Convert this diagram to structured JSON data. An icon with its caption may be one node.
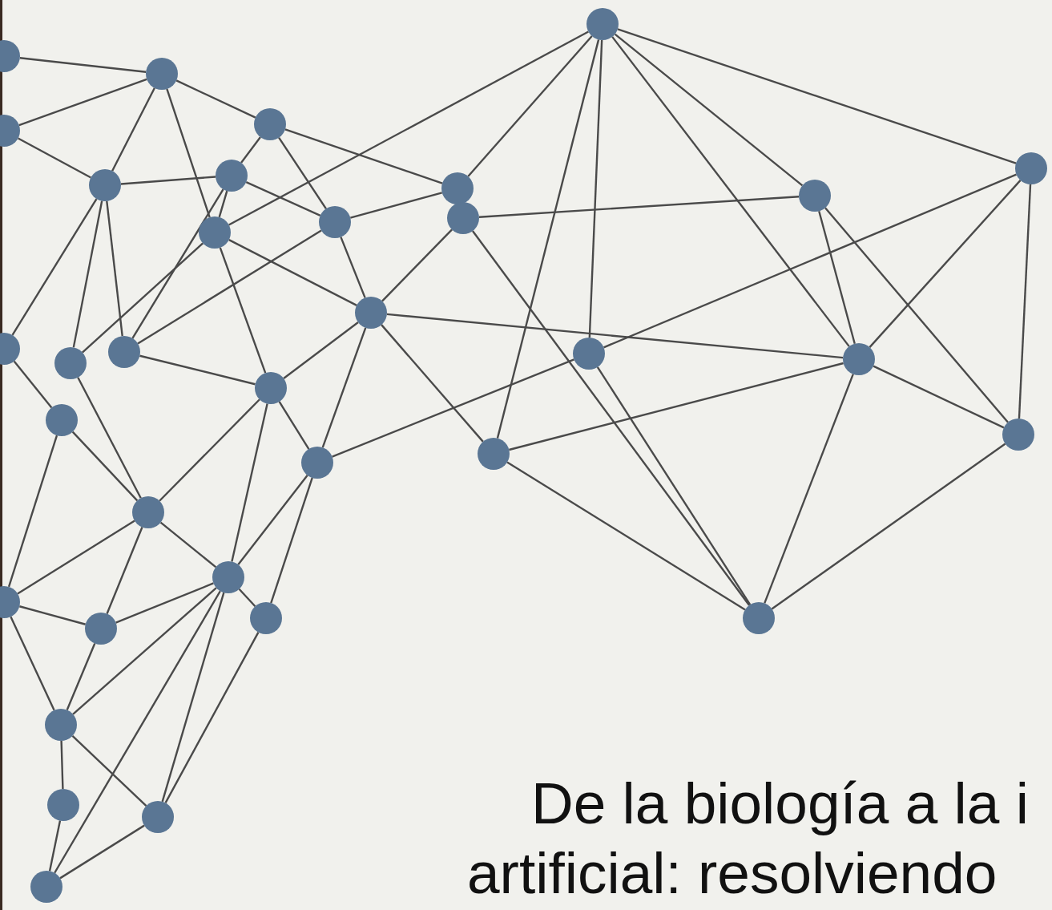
{
  "diagram": {
    "nodes": [
      {
        "text": [],
        "shape": "circle"
      },
      {
        "text": [],
        "shape": "circle"
      },
      {
        "text": [],
        "shape": "circle"
      },
      {
        "text": [],
        "shape": "circle"
      },
      {
        "text": [],
        "shape": "circle"
      },
      {
        "text": [],
        "shape": "circle"
      },
      {
        "text": [],
        "shape": "circle"
      },
      {
        "text": [],
        "shape": "circle"
      },
      {
        "text": [],
        "shape": "circle"
      },
      {
        "text": [],
        "shape": "circle"
      },
      {
        "text": [],
        "shape": "circle"
      },
      {
        "text": [],
        "shape": "circle"
      },
      {
        "text": [],
        "shape": "circle"
      },
      {
        "text": [],
        "shape": "circle"
      },
      {
        "text": [],
        "shape": "circle"
      },
      {
        "text": [],
        "shape": "circle"
      },
      {
        "text": [],
        "shape": "circle"
      },
      {
        "text": [],
        "shape": "circle"
      },
      {
        "text": [],
        "shape": "circle"
      },
      {
        "text": [],
        "shape": "circle"
      },
      {
        "text": [],
        "shape": "circle"
      },
      {
        "text": [],
        "shape": "circle"
      },
      {
        "text": [],
        "shape": "circle"
      },
      {
        "text": [],
        "shape": "circle"
      },
      {
        "text": [],
        "shape": "circle"
      },
      {
        "text": [],
        "shape": "circle"
      },
      {
        "text": [],
        "shape": "circle"
      },
      {
        "text": [],
        "shape": "circle"
      },
      {
        "text": [],
        "shape": "circle"
      },
      {
        "text": [],
        "shape": "circle"
      },
      {
        "text": [],
        "shape": "circle"
      },
      {
        "text": [],
        "shape": "circle"
      },
      {
        "text": [],
        "shape": "circle"
      },
      {
        "text": [],
        "shape": "circle"
      }
    ],
    "edges": [
      {
        "from": 0,
        "to": 1,
        "arrow": "none"
      },
      {
        "from": 2,
        "to": 1,
        "arrow": "none"
      },
      {
        "from": 2,
        "to": 4,
        "arrow": "none"
      },
      {
        "from": 1,
        "to": 4,
        "arrow": "none"
      },
      {
        "from": 1,
        "to": 6,
        "arrow": "none"
      },
      {
        "from": 1,
        "to": 3,
        "arrow": "none"
      },
      {
        "from": 3,
        "to": 5,
        "arrow": "none"
      },
      {
        "from": 3,
        "to": 7,
        "arrow": "none"
      },
      {
        "from": 3,
        "to": 8,
        "arrow": "none"
      },
      {
        "from": 4,
        "to": 5,
        "arrow": "none"
      },
      {
        "from": 5,
        "to": 7,
        "arrow": "none"
      },
      {
        "from": 5,
        "to": 15,
        "arrow": "none"
      },
      {
        "from": 5,
        "to": 6,
        "arrow": "none"
      },
      {
        "from": 6,
        "to": 10,
        "arrow": "none"
      },
      {
        "from": 6,
        "to": 14,
        "arrow": "none"
      },
      {
        "from": 6,
        "to": 16,
        "arrow": "none"
      },
      {
        "from": 6,
        "to": 19,
        "arrow": "none"
      },
      {
        "from": 4,
        "to": 13,
        "arrow": "none"
      },
      {
        "from": 4,
        "to": 14,
        "arrow": "none"
      },
      {
        "from": 4,
        "to": 15,
        "arrow": "none"
      },
      {
        "from": 7,
        "to": 15,
        "arrow": "none"
      },
      {
        "from": 7,
        "to": 16,
        "arrow": "none"
      },
      {
        "from": 7,
        "to": 8,
        "arrow": "none"
      },
      {
        "from": 13,
        "to": 20,
        "arrow": "none"
      },
      {
        "from": 14,
        "to": 24,
        "arrow": "none"
      },
      {
        "from": 15,
        "to": 19,
        "arrow": "none"
      },
      {
        "from": 16,
        "to": 19,
        "arrow": "none"
      },
      {
        "from": 16,
        "to": 21,
        "arrow": "none"
      },
      {
        "from": 16,
        "to": 9,
        "arrow": "none"
      },
      {
        "from": 16,
        "to": 18,
        "arrow": "none"
      },
      {
        "from": 16,
        "to": 22,
        "arrow": "none"
      },
      {
        "from": 19,
        "to": 24,
        "arrow": "none"
      },
      {
        "from": 19,
        "to": 21,
        "arrow": "none"
      },
      {
        "from": 19,
        "to": 26,
        "arrow": "none"
      },
      {
        "from": 21,
        "to": 26,
        "arrow": "none"
      },
      {
        "from": 21,
        "to": 27,
        "arrow": "none"
      },
      {
        "from": 21,
        "to": 17,
        "arrow": "none"
      },
      {
        "from": 20,
        "to": 24,
        "arrow": "none"
      },
      {
        "from": 20,
        "to": 25,
        "arrow": "none"
      },
      {
        "from": 9,
        "to": 11,
        "arrow": "none"
      },
      {
        "from": 9,
        "to": 29,
        "arrow": "none"
      },
      {
        "from": 8,
        "to": 10,
        "arrow": "none"
      },
      {
        "from": 10,
        "to": 22,
        "arrow": "none"
      },
      {
        "from": 10,
        "to": 17,
        "arrow": "none"
      },
      {
        "from": 10,
        "to": 18,
        "arrow": "none"
      },
      {
        "from": 10,
        "to": 12,
        "arrow": "none"
      },
      {
        "from": 10,
        "to": 11,
        "arrow": "none"
      },
      {
        "from": 17,
        "to": 12,
        "arrow": "none"
      },
      {
        "from": 17,
        "to": 29,
        "arrow": "none"
      },
      {
        "from": 22,
        "to": 18,
        "arrow": "none"
      },
      {
        "from": 22,
        "to": 29,
        "arrow": "none"
      },
      {
        "from": 11,
        "to": 18,
        "arrow": "none"
      },
      {
        "from": 11,
        "to": 23,
        "arrow": "none"
      },
      {
        "from": 12,
        "to": 18,
        "arrow": "none"
      },
      {
        "from": 12,
        "to": 23,
        "arrow": "none"
      },
      {
        "from": 18,
        "to": 23,
        "arrow": "none"
      },
      {
        "from": 18,
        "to": 29,
        "arrow": "none"
      },
      {
        "from": 23,
        "to": 29,
        "arrow": "none"
      },
      {
        "from": 24,
        "to": 26,
        "arrow": "none"
      },
      {
        "from": 24,
        "to": 28,
        "arrow": "none"
      },
      {
        "from": 24,
        "to": 25,
        "arrow": "none"
      },
      {
        "from": 25,
        "to": 28,
        "arrow": "none"
      },
      {
        "from": 25,
        "to": 30,
        "arrow": "none"
      },
      {
        "from": 28,
        "to": 26,
        "arrow": "none"
      },
      {
        "from": 28,
        "to": 30,
        "arrow": "none"
      },
      {
        "from": 26,
        "to": 27,
        "arrow": "none"
      },
      {
        "from": 26,
        "to": 30,
        "arrow": "none"
      },
      {
        "from": 26,
        "to": 33,
        "arrow": "none"
      },
      {
        "from": 26,
        "to": 32,
        "arrow": "none"
      },
      {
        "from": 27,
        "to": 32,
        "arrow": "none"
      },
      {
        "from": 30,
        "to": 31,
        "arrow": "none"
      },
      {
        "from": 30,
        "to": 32,
        "arrow": "none"
      },
      {
        "from": 31,
        "to": 33,
        "arrow": "none"
      },
      {
        "from": 32,
        "to": 33,
        "arrow": "none"
      }
    ],
    "labels": [
      "De la biología a la i",
      "artificial: resolviendo"
    ]
  }
}
